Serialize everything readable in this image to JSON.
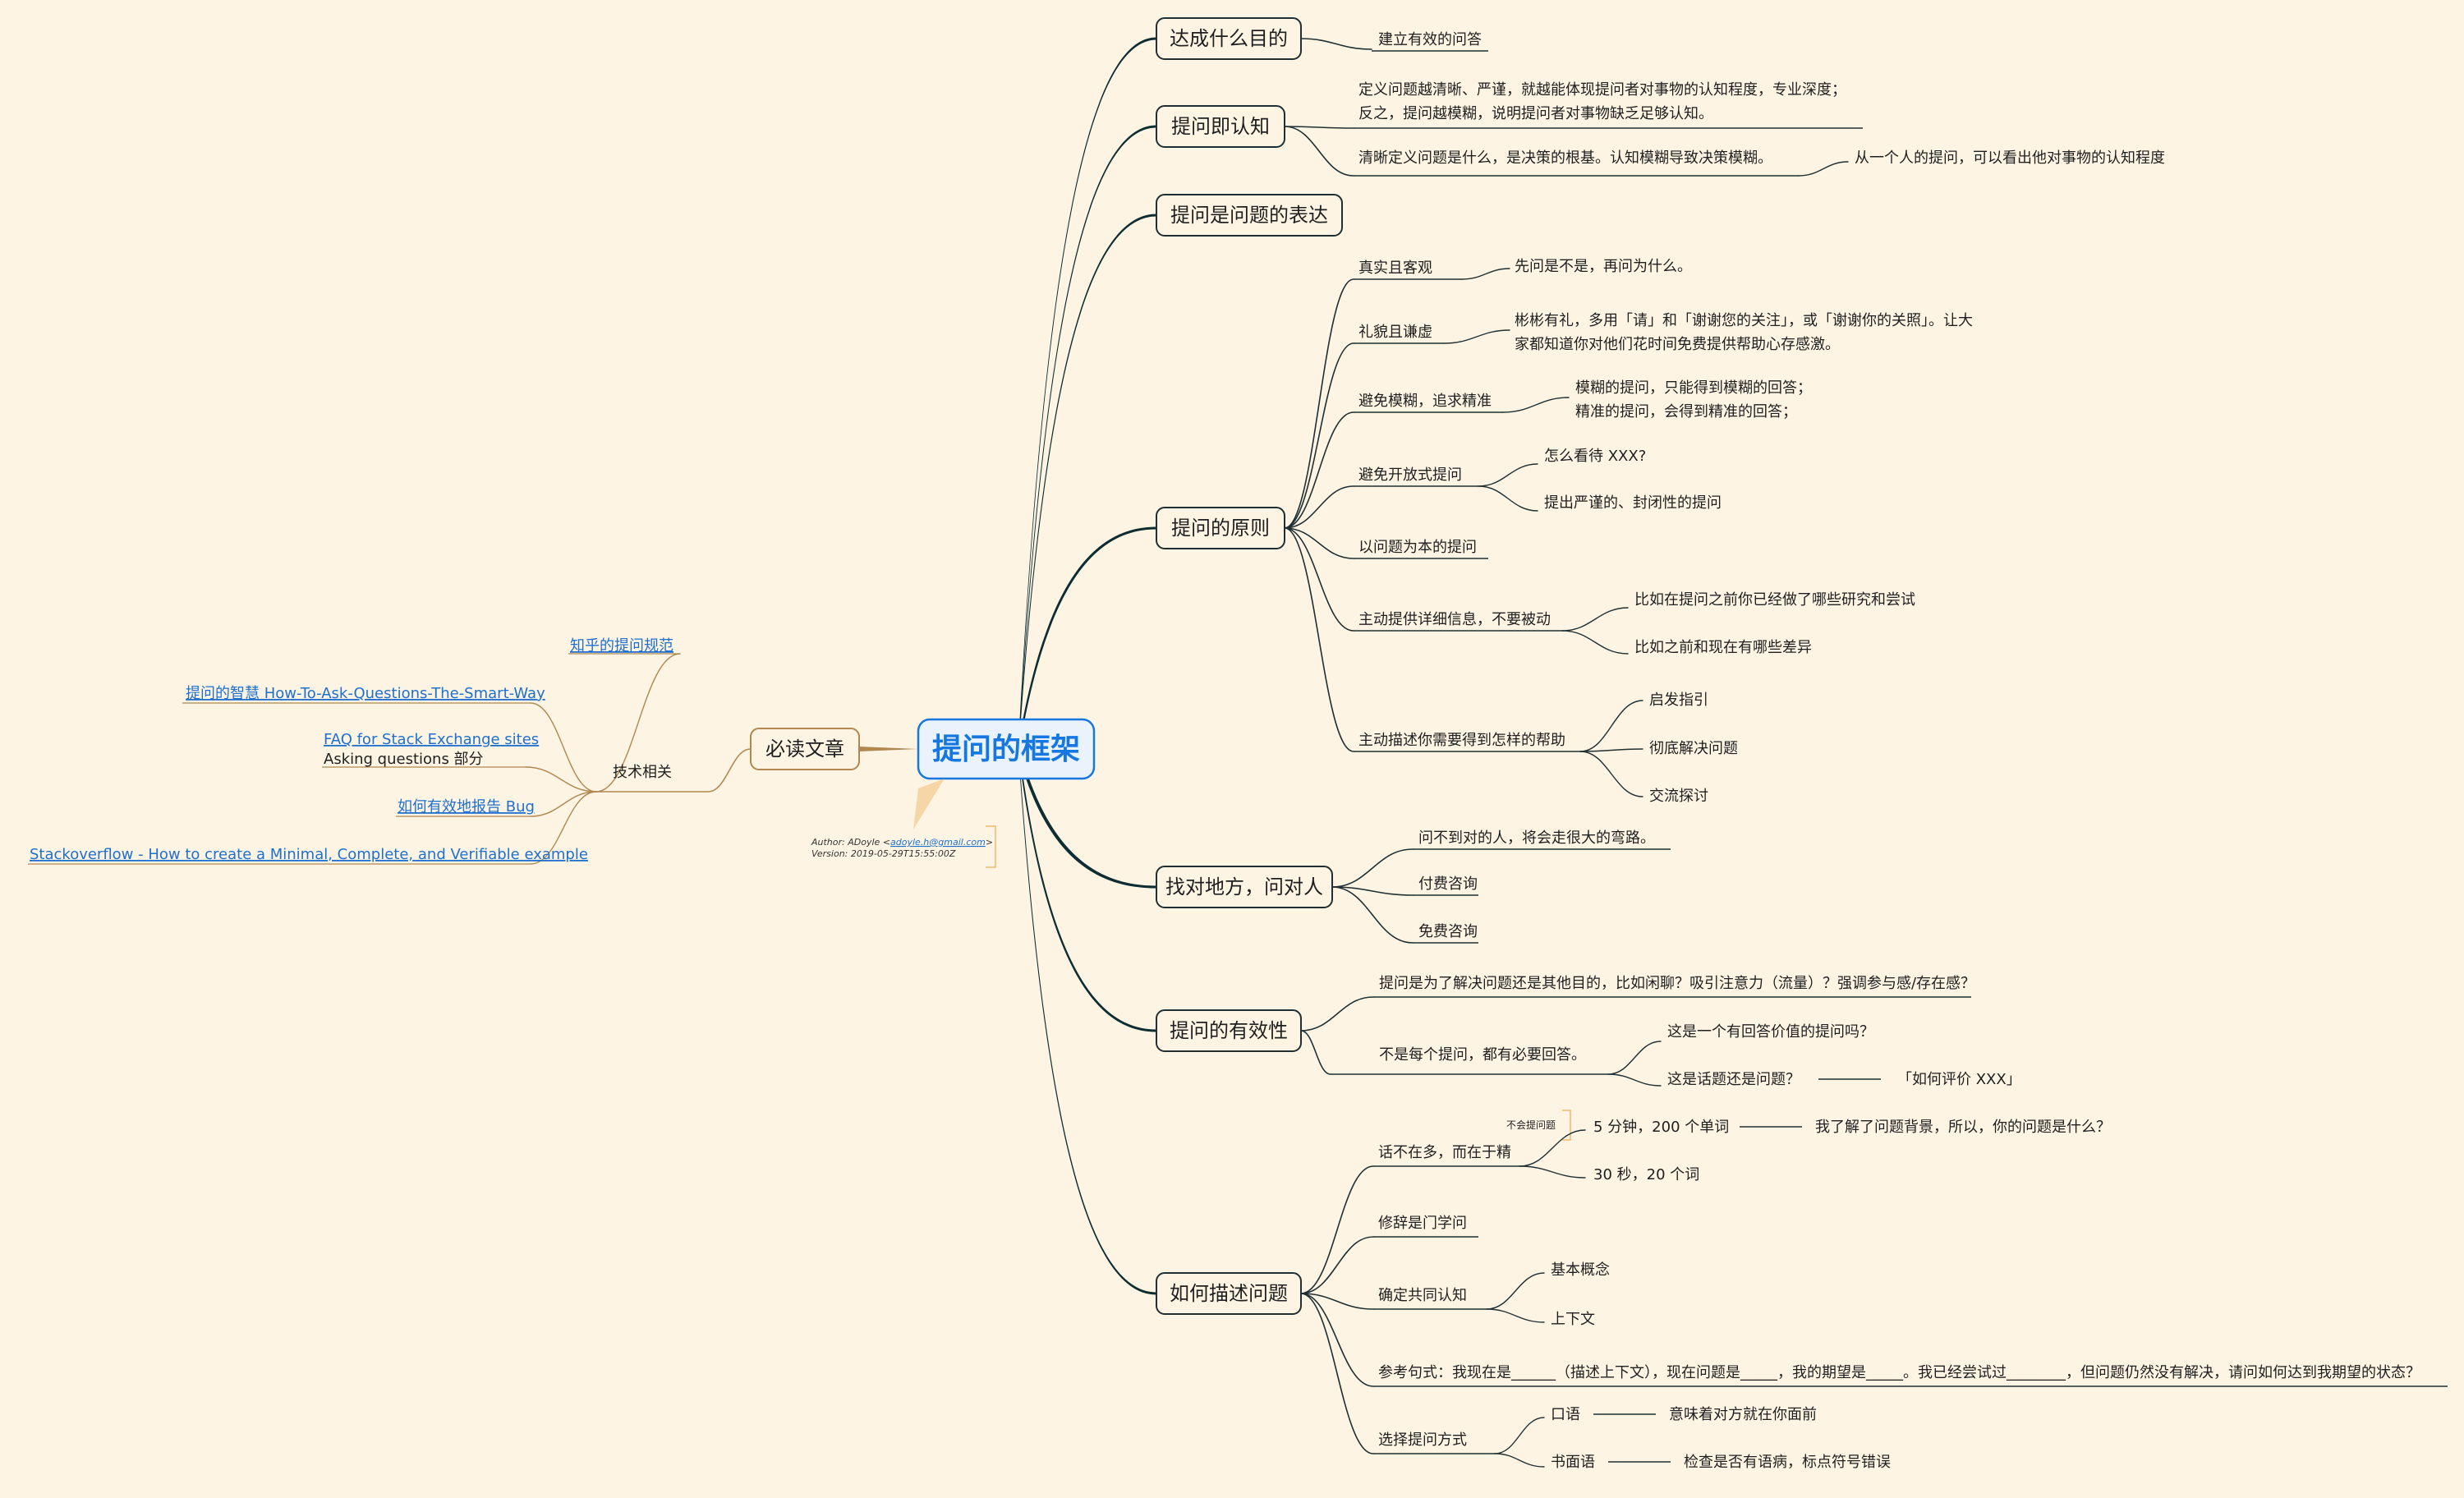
{
  "colors": {
    "background": "#fdf4e3",
    "trunk": "#0d2d33",
    "branch_line": "#1f2f33",
    "left_line": "#b08850",
    "center_text": "#1677e0",
    "center_fill": "#eaf3fb",
    "link_text": "#1e6fd0",
    "author_accent": "#f0b86a"
  },
  "center": {
    "label": "提问的框架"
  },
  "author": {
    "author_prefix": "Author: ADoyle <",
    "email": "adoyle.h@gmail.com",
    "author_suffix": ">",
    "version": "Version: 2019-05-29T15:55:00Z"
  },
  "left": {
    "label": "必读文章",
    "sub": {
      "label": "技术相关"
    },
    "links": [
      {
        "label": "知乎的提问规范"
      },
      {
        "label": "提问的智慧 How-To-Ask-Questions-The-Smart-Way"
      },
      {
        "label": "FAQ for Stack Exchange sites",
        "note": "Asking questions 部分"
      },
      {
        "label": "如何有效地报告 Bug"
      },
      {
        "label": "Stackoverflow - How to create a Minimal, Complete, and Verifiable example"
      }
    ]
  },
  "branches": [
    {
      "label": "达成什么目的",
      "children": [
        {
          "label": "建立有效的问答"
        }
      ]
    },
    {
      "label": "提问即认知",
      "children": [
        {
          "label": [
            "定义问题越清晰、严谨，就越能体现提问者对事物的认知程度，专业深度；",
            "反之，提问越模糊，说明提问者对事物缺乏足够认知。"
          ]
        },
        {
          "label": "清晰定义问题是什么，是决策的根基。认知模糊导致决策模糊。",
          "children": [
            {
              "label": "从一个人的提问，可以看出他对事物的认知程度"
            }
          ]
        }
      ]
    },
    {
      "label": "提问是问题的表达",
      "children": []
    },
    {
      "label": "提问的原则",
      "children": [
        {
          "label": "真实且客观",
          "children": [
            {
              "label": "先问是不是，再问为什么。"
            }
          ]
        },
        {
          "label": "礼貌且谦虚",
          "children": [
            {
              "label": [
                "彬彬有礼，多用「请」和「谢谢您的关注」，或「谢谢你的关照」。让大",
                "家都知道你对他们花时间免费提供帮助心存感激。"
              ]
            }
          ]
        },
        {
          "label": "避免模糊，追求精准",
          "children": [
            {
              "label": [
                "模糊的提问，只能得到模糊的回答；",
                "精准的提问，会得到精准的回答；"
              ]
            }
          ]
        },
        {
          "label": "避免开放式提问",
          "children": [
            {
              "label": "怎么看待 XXX?"
            },
            {
              "label": "提出严谨的、封闭性的提问"
            }
          ]
        },
        {
          "label": "以问题为本的提问"
        },
        {
          "label": "主动提供详细信息，不要被动",
          "children": [
            {
              "label": "比如在提问之前你已经做了哪些研究和尝试"
            },
            {
              "label": "比如之前和现在有哪些差异"
            }
          ]
        },
        {
          "label": "主动描述你需要得到怎样的帮助",
          "children": [
            {
              "label": "启发指引"
            },
            {
              "label": "彻底解决问题"
            },
            {
              "label": "交流探讨"
            }
          ]
        }
      ]
    },
    {
      "label": "找对地方，问对人",
      "children": [
        {
          "label": "问不到对的人，将会走很大的弯路。"
        },
        {
          "label": "付费咨询"
        },
        {
          "label": "免费咨询"
        }
      ]
    },
    {
      "label": "提问的有效性",
      "children": [
        {
          "label": "提问是为了解决问题还是其他目的，比如闲聊？吸引注意力（流量）？强调参与感/存在感？"
        },
        {
          "label": "不是每个提问，都有必要回答。",
          "children": [
            {
              "label": "这是一个有回答价值的提问吗？"
            },
            {
              "label": "这是话题还是问题？",
              "children": [
                {
                  "label": "「如何评价 XXX」"
                }
              ]
            }
          ]
        }
      ]
    },
    {
      "label": "如何描述问题",
      "children": [
        {
          "label": "话不在多，而在于精",
          "note": "不会提问题",
          "children": [
            {
              "label": "5 分钟，200 个单词",
              "children": [
                {
                  "label": "我了解了问题背景，所以，你的问题是什么？"
                }
              ]
            },
            {
              "label": "30 秒，20 个词"
            }
          ]
        },
        {
          "label": "修辞是门学问"
        },
        {
          "label": "确定共同认知",
          "children": [
            {
              "label": "基本概念"
            },
            {
              "label": "上下文"
            }
          ]
        },
        {
          "label": "参考句式：我现在是______（描述上下文），现在问题是_____，我的期望是_____。我已经尝试过________，但问题仍然没有解决，请问如何达到我期望的状态？"
        },
        {
          "label": "选择提问方式",
          "children": [
            {
              "label": "口语",
              "children": [
                {
                  "label": "意味着对方就在你面前"
                }
              ]
            },
            {
              "label": "书面语",
              "children": [
                {
                  "label": "检查是否有语病，标点符号错误"
                }
              ]
            }
          ]
        }
      ]
    }
  ]
}
